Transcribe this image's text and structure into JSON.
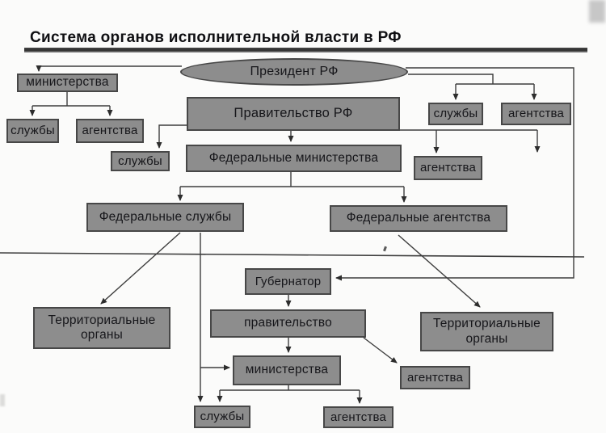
{
  "title": {
    "text": "Система органов исполнительной власти в РФ"
  },
  "colors": {
    "node_fill": "#8d8d8d",
    "node_border": "#474747",
    "node_text": "#16161a",
    "connector_line": "#3d3d3d",
    "title_text": "#101013",
    "title_underline": "#2e2e2e",
    "background": "#fbfbfa"
  },
  "nodes": {
    "president": "Президент РФ",
    "ministries_top_left": "министерства",
    "services_top_left": "службы",
    "agencies_top_left": "агентства",
    "government_rf": "Правительство РФ",
    "services_mid_left": "службы",
    "federal_ministries": "Федеральные министерства",
    "services_top_right": "службы",
    "agencies_top_right": "агентства",
    "agencies_mid_right": "агентства",
    "federal_services": "Федеральные службы",
    "federal_agencies": "Федеральные агентства",
    "governor": "Губернатор",
    "territorial_organs_left": "Территориальные органы",
    "regional_government": "правительство",
    "territorial_organs_right": "Территориальные органы",
    "regional_ministries": "министерства",
    "regional_agencies_right": "агентства",
    "regional_services": "службы",
    "regional_agencies_bottom": "агентства"
  }
}
